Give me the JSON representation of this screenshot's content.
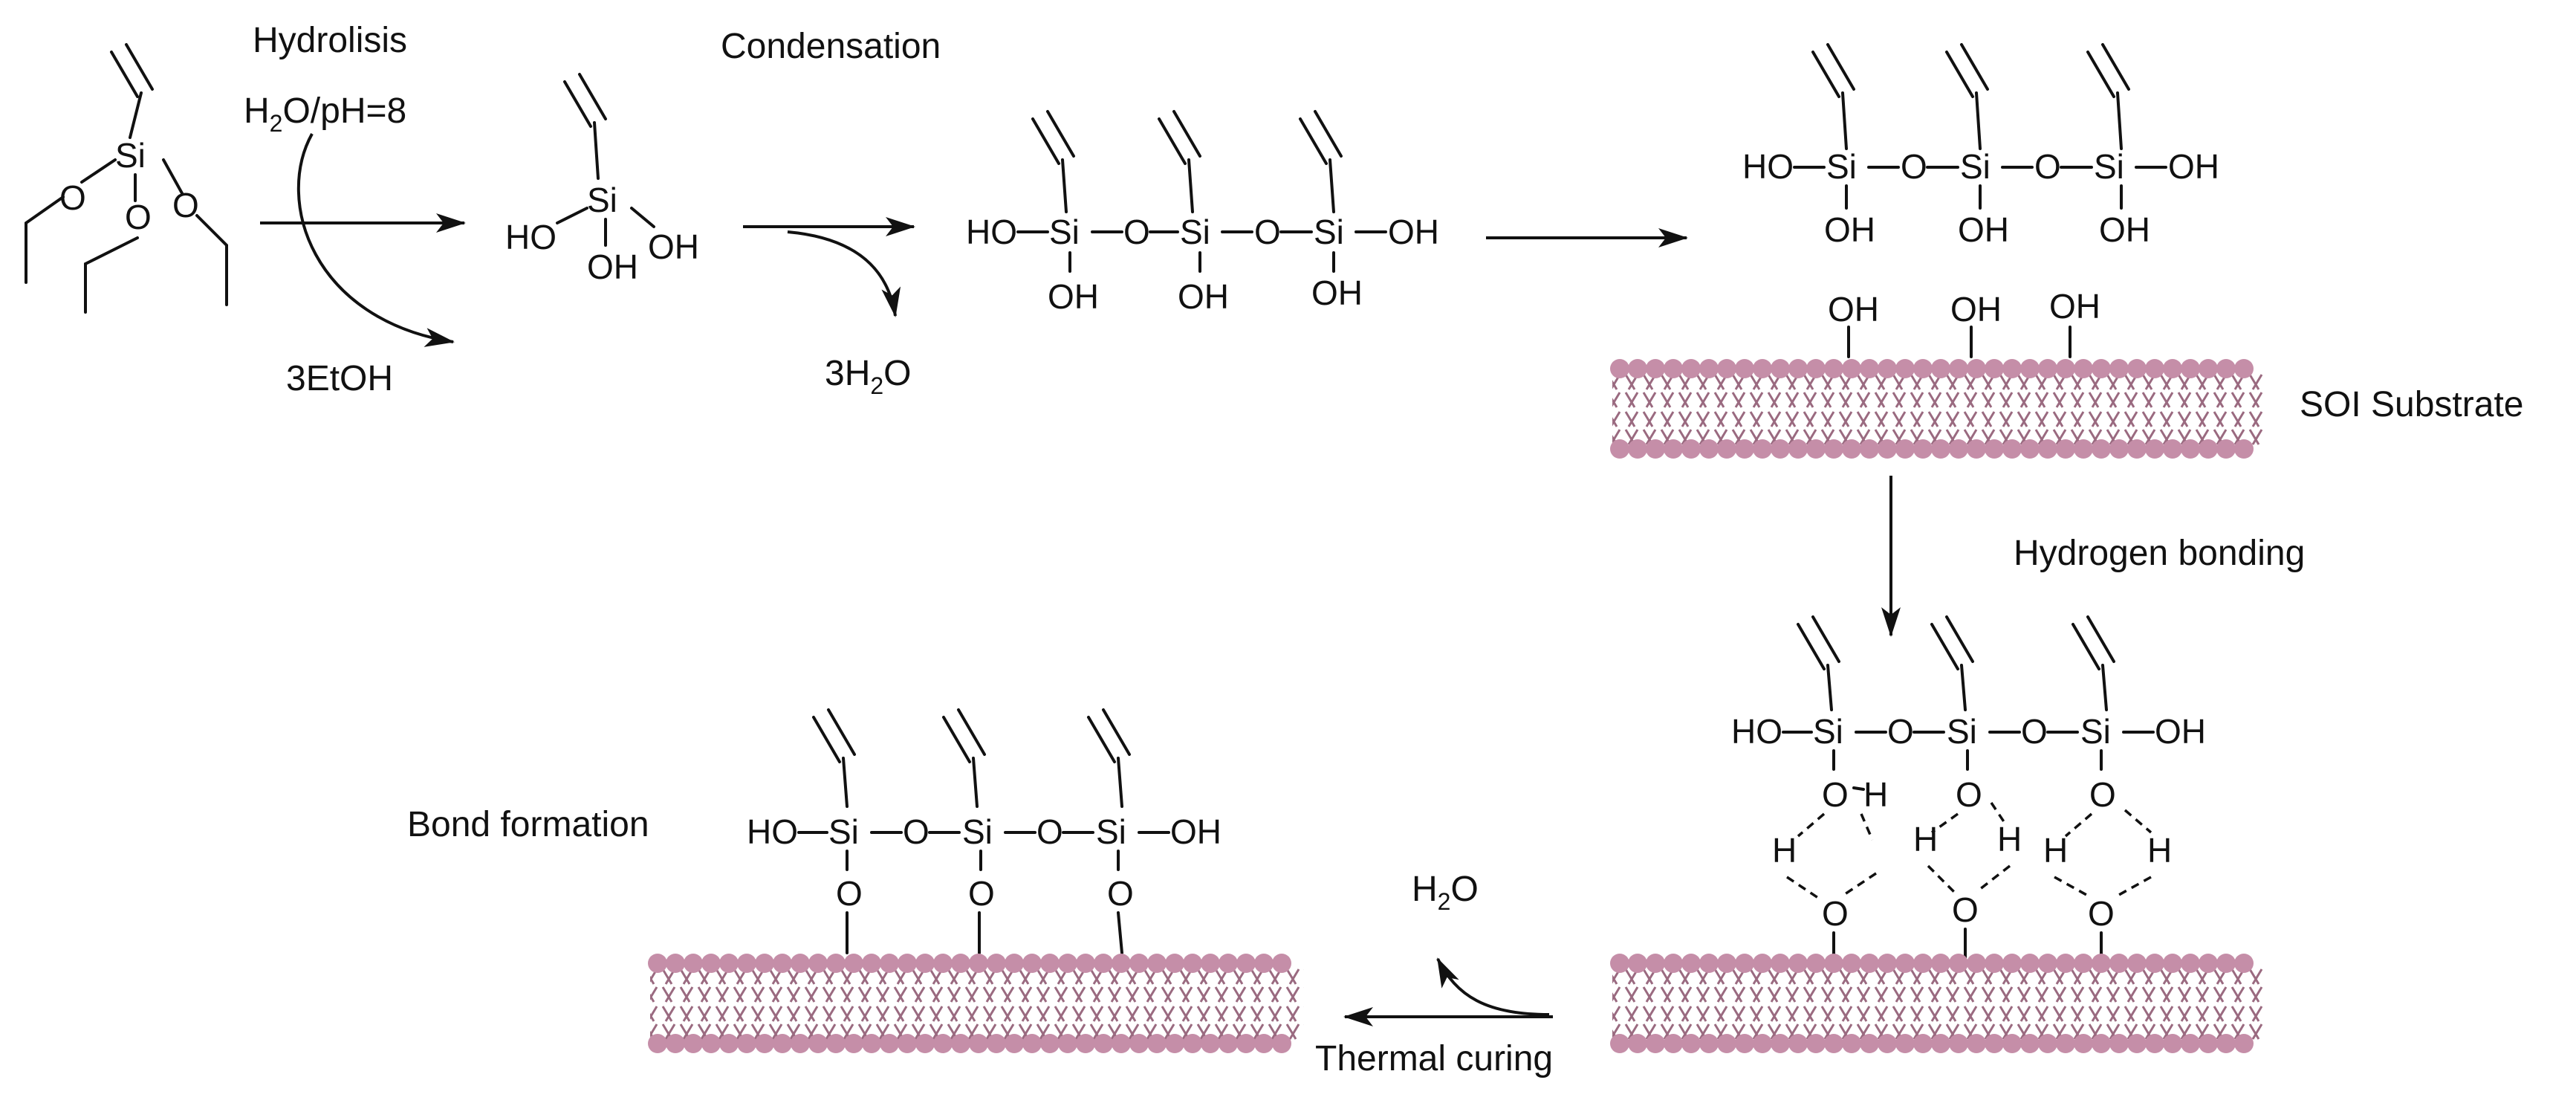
{
  "captions": {
    "hydrolysis": "Hydrolisis",
    "reagent_h2o": "H",
    "reagent_sub2": "2",
    "reagent_rest": "O/pH=8",
    "byproduct_etoh": "3EtOH",
    "condensation": "Condensation",
    "byproduct_h2o_pre": "3H",
    "byproduct_h2o_sub": "2",
    "byproduct_h2o_post": "O",
    "soi_substrate": "SOI Substrate",
    "hydrogen_bonding": "Hydrogen bonding",
    "bond_formation": "Bond formation",
    "thermal_curing": "Thermal curing",
    "release_h": "H",
    "release_sub": "2",
    "release_o": "O"
  },
  "atoms": {
    "si": "Si",
    "o": "O",
    "oh": "OH",
    "ho": "HO",
    "h": "H"
  },
  "colors": {
    "membrane": "#c58ea8",
    "tail": "#9a6a80",
    "ink": "#111111"
  },
  "icons": [
    "arrow-right-icon",
    "arrow-down-icon",
    "curved-arrow-icon",
    "lipid-bilayer-icon"
  ]
}
